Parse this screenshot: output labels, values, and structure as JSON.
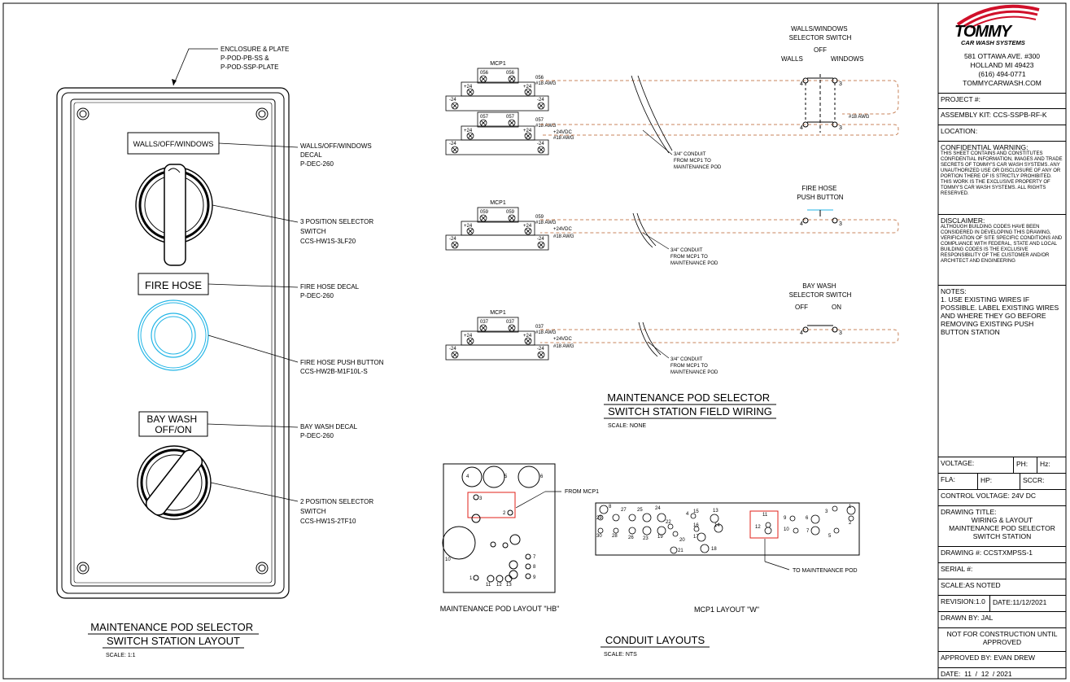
{
  "layout_view": {
    "enclosure_callout": [
      "ENCLOSURE & PLATE",
      "P-POD-PB-SS &",
      "P-POD-SSP-PLATE"
    ],
    "walls_decal": "WALLS/OFF/WINDOWS",
    "walls_decal_callout": [
      "WALLS/OFF/WINDOWS",
      "DECAL",
      "P-DEC-260"
    ],
    "selector3_callout": [
      "3 POSITION SELECTOR",
      "SWITCH",
      "CCS-HW1S-3LF20"
    ],
    "fire_decal": "FIRE HOSE",
    "fire_decal_callout": [
      "FIRE HOSE DECAL",
      "P-DEC-260"
    ],
    "fire_button_callout": [
      "FIRE HOSE PUSH BUTTON",
      "CCS-HW2B-M1F10L-S"
    ],
    "bay_decal": [
      "BAY WASH",
      "OFF/ON"
    ],
    "bay_decal_callout": [
      "BAY WASH DECAL",
      "P-DEC-260"
    ],
    "selector2_callout": [
      "2 POSITION SELECTOR",
      "SWITCH",
      "CCS-HW1S-2TF10"
    ],
    "title": [
      "MAINTENANCE POD SELECTOR",
      "SWITCH STATION LAYOUT"
    ],
    "scale": "SCALE: 1:1"
  },
  "field_wiring": {
    "mcp_label": "MCP1",
    "circuit1": {
      "term_a": "056",
      "term_b": "057",
      "neg": "-24",
      "pos": "+24",
      "awg": "#18 AWG",
      "vdc": "+24VDC",
      "conduit": [
        "3/4\" CONDUIT",
        "FROM MCP1 TO",
        "MAINTENANCE POD"
      ],
      "switch_title": [
        "WALLS/WINDOWS",
        "SELECTOR SWITCH"
      ],
      "pos_off": "OFF",
      "pos_left": "WALLS",
      "pos_right": "WINDOWS",
      "pins": [
        "4",
        "3",
        "4",
        "3"
      ]
    },
    "circuit2": {
      "term": "059",
      "conduit": [
        "3/4\" CONDUIT",
        "FROM MCP1 TO",
        "MAINTENANCE POD"
      ],
      "switch_title": [
        "FIRE HOSE",
        "PUSH BUTTON"
      ],
      "pins": [
        "4",
        "3"
      ]
    },
    "circuit3": {
      "term": "037",
      "conduit": [
        "3/4\" CONDUIT",
        "FROM MCP1 TO",
        "MAINTENANCE POD"
      ],
      "switch_title": [
        "BAY WASH",
        "SELECTOR SWITCH"
      ],
      "pos_left": "OFF",
      "pos_right": "ON",
      "pins": [
        "4",
        "3"
      ]
    },
    "title": [
      "MAINTENANCE POD SELECTOR",
      "SWITCH STATION FIELD WIRING"
    ],
    "scale": "SCALE: NONE"
  },
  "conduit_layouts": {
    "hb_holes": [
      "4",
      "5",
      "6",
      "3",
      "2",
      "10",
      "7",
      "8",
      "9",
      "1",
      "11",
      "12",
      "13"
    ],
    "from_label": "FROM MCP1",
    "hb_title": "MAINTENANCE POD LAYOUT \"HB\"",
    "w_holes": [
      "8",
      "29",
      "30",
      "27",
      "28",
      "25",
      "26",
      "24",
      "23",
      "22",
      "19",
      "20",
      "21",
      "4",
      "15",
      "16",
      "17",
      "18",
      "13",
      "14",
      "11",
      "12",
      "9",
      "10",
      "6",
      "7",
      "3",
      "5",
      "1",
      "2"
    ],
    "to_label": "TO MAINTENANCE POD",
    "w_title": "MCP1 LAYOUT \"W\"",
    "title": "CONDUIT LAYOUTS",
    "scale": "SCALE: NTS"
  },
  "title_block": {
    "logo_line1": "TOMMY",
    "logo_line2": "CAR WASH SYSTEMS",
    "address": [
      "581 OTTAWA AVE. #300",
      "HOLLAND MI 49423",
      "(616) 494-0771",
      "TOMMYCARWASH.COM"
    ],
    "project": "PROJECT #:",
    "assembly": "ASSEMBLY KIT: CCS-SSPB-RF-K",
    "location": "LOCATION:",
    "conf_heading": "CONFIDENTIAL WARNING:",
    "conf_text": "THIS SHEET CONTAINS AND CONSTITUTES CONFIDENTIAL INFORMATION, IMAGES AND TRADE SECRETS OF TOMMY'S CAR WASH SYSTEMS. ANY UNAUTHORIZED USE OR DISCLOSURE OF ANY OR PORTION THERE OF IS STRICTLY PROHIBITED. THIS WORK IS THE EXCLUSIVE PROPERTY OF TOMMY'S CAR WASH SYSTEMS. ALL RIGHTS RESERVED.",
    "disc_heading": "DISCLAIMER:",
    "disc_text": "ALTHOUGH BUILDING CODES HAVE BEEN CONSIDERED IN DEVELOPING THIS DRAWING, VERIFICATION OF SITE SPECIFIC CONDITIONS AND COMPLIANCE WITH FEDERAL, STATE AND LOCAL BUILDING CODES IS THE EXCLUSIVE RESPONSIBILITY OF THE CUSTOMER AND/OR ARCHITECT AND ENGINEERING",
    "notes_heading": "NOTES:",
    "notes_text": "1. USE EXISTING WIRES IF POSSIBLE. LABEL EXISTING WIRES AND WHERE THEY GO BEFORE REMOVING EXISTING PUSH BUTTON STATION",
    "voltage": "VOLTAGE:",
    "ph": "PH:",
    "hz": "Hz:",
    "fla": "FLA:",
    "hp": "HP:",
    "sccr": "SCCR:",
    "control_voltage": "CONTROL VOLTAGE: 24V DC",
    "drawing_title_label": "DRAWING TITLE:",
    "drawing_title": [
      "WIRING & LAYOUT",
      "MAINTENANCE POD SELECTOR",
      "SWITCH STATION"
    ],
    "drawing_no": "DRAWING #: CCSTXMPSS-1",
    "serial": "SERIAL #:",
    "scale": "SCALE:AS NOTED",
    "revision": "REVISION:1.0",
    "date_top": "DATE:11/12/2021",
    "drawn_by": "DRAWN BY: JAL",
    "not_for_construction": "NOT FOR CONSTRUCTION UNTIL APPROVED",
    "approved_by": "APPROVED BY: EVAN DREW",
    "date_bottom": "DATE:  11  /  12  / 2021"
  },
  "colors": {
    "logo_red": "#d0102a",
    "wire_dash": "#c8845c",
    "pushbutton": "#22b5e6",
    "highlight": "#e0201a"
  }
}
